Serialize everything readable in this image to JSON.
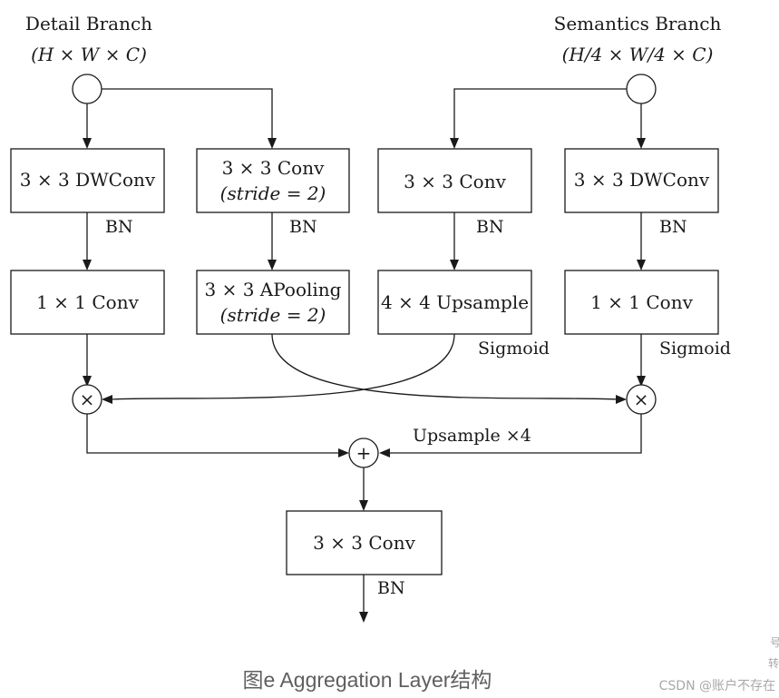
{
  "detail_branch": {
    "title": "Detail Branch",
    "dims": "(H × W × C)",
    "top_box": "3 × 3 DWConv",
    "top_norm": "BN",
    "bottom_box": "1 × 1 Conv"
  },
  "downsample_path": {
    "top_box_line1": "3 × 3 Conv",
    "top_box_line2": "(stride = 2)",
    "top_norm": "BN",
    "bottom_box_line1": "3 × 3 APooling",
    "bottom_box_line2": "(stride = 2)"
  },
  "upsample_path": {
    "top_box": "3 × 3 Conv",
    "top_norm": "BN",
    "bottom_box": "4 × 4 Upsample",
    "activation": "Sigmoid"
  },
  "semantics_branch": {
    "title": "Semantics Branch",
    "dims": "(H/4 × W/4 × C)",
    "top_box": "3 × 3 DWConv",
    "top_norm": "BN",
    "bottom_box": "1 × 1 Conv",
    "activation": "Sigmoid"
  },
  "merge": {
    "multiply_symbol": "×",
    "sum_symbol": "+",
    "upsample_label": "Upsample ×4",
    "output_box": "3 × 3 Conv",
    "output_norm": "BN"
  },
  "caption": "图e Aggregation Layer结构",
  "watermark": {
    "text": "CSDN @账户不存在",
    "side_top": "号",
    "side_mid": "转"
  }
}
